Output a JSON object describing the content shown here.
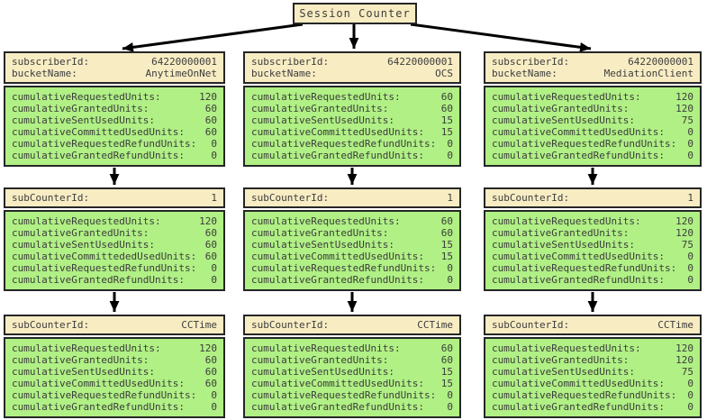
{
  "colors": {
    "header_bg": "#F8ECC3",
    "body_bg": "#B0F085",
    "border": "#262626",
    "text": "#3C3C3C",
    "arrow": "#000000"
  },
  "root": {
    "label": "Session Counter"
  },
  "columns": [
    {
      "boxes": [
        {
          "header": [
            {
              "label": "subscriberId:",
              "value": "64220000001"
            },
            {
              "label": "bucketName:",
              "value": "AnytimeOnNet"
            }
          ],
          "rows": [
            {
              "label": "cumulativeRequestedUnits:",
              "value": "120"
            },
            {
              "label": "cumulativeGrantedUnits:",
              "value": "60"
            },
            {
              "label": "cumulativeSentUsedUnits:",
              "value": "60"
            },
            {
              "label": "cumulativeCommittedUsedUnits:",
              "value": "60"
            },
            {
              "label": "cumulativeRequestedRefundUnits:",
              "value": "0"
            },
            {
              "label": "cumulativeGrantedRefundUnits:",
              "value": "0"
            }
          ]
        },
        {
          "header": [
            {
              "label": "subCounterId:",
              "value": "1"
            }
          ],
          "rows": [
            {
              "label": "cumulativeRequestedUnits:",
              "value": "120"
            },
            {
              "label": "cumulativeGrantedUnits:",
              "value": "60"
            },
            {
              "label": "cumulativeSentUsedUnits:",
              "value": "60"
            },
            {
              "label": "cumulativeCommittededUsedUnits:",
              "value": "60"
            },
            {
              "label": "cumulativeRequestedRefundUnits:",
              "value": "0"
            },
            {
              "label": "cumulativeGrantedRefundUnits:",
              "value": "0"
            }
          ]
        },
        {
          "header": [
            {
              "label": "subCounterId:",
              "value": "CCTime"
            }
          ],
          "rows": [
            {
              "label": "cumulativeRequestedUnits:",
              "value": "120"
            },
            {
              "label": "cumulativeGrantedUnits:",
              "value": "60"
            },
            {
              "label": "cumulativeSentUsedUnits:",
              "value": "60"
            },
            {
              "label": "cumulativeCommittedUsedUnits:",
              "value": "60"
            },
            {
              "label": "cumulativeRequestedRefundUnits:",
              "value": "0"
            },
            {
              "label": "cumulativeGrantedRefundUnits:",
              "value": "0"
            }
          ]
        }
      ]
    },
    {
      "boxes": [
        {
          "header": [
            {
              "label": "subscriberId:",
              "value": "64220000001"
            },
            {
              "label": "bucketName:",
              "value": "OCS"
            }
          ],
          "rows": [
            {
              "label": "cumulativeRequestedUnits:",
              "value": "60"
            },
            {
              "label": "cumulativeGrantedUnits:",
              "value": "60"
            },
            {
              "label": "cumulativeSentUsedUnits:",
              "value": "15"
            },
            {
              "label": "cumulativeCommittedUsedUnits:",
              "value": "15"
            },
            {
              "label": "cumulativeRequestedRefundUnits:",
              "value": "0"
            },
            {
              "label": "cumulativeGrantedRefundUnits:",
              "value": "0"
            }
          ]
        },
        {
          "header": [
            {
              "label": "subCounterId:",
              "value": "1"
            }
          ],
          "rows": [
            {
              "label": "cumulativeRequestedUnits:",
              "value": "60"
            },
            {
              "label": "cumulativeGrantedUnits:",
              "value": "60"
            },
            {
              "label": "cumulativeSentUsedUnits:",
              "value": "15"
            },
            {
              "label": "cumulativeCommittedUsedUnits:",
              "value": "15"
            },
            {
              "label": "cumulativeRequestedRefundUnits:",
              "value": "0"
            },
            {
              "label": "cumulativeGrantedRefundUnits:",
              "value": "0"
            }
          ]
        },
        {
          "header": [
            {
              "label": "subCounterId:",
              "value": "CCTime"
            }
          ],
          "rows": [
            {
              "label": "cumulativeRequestedUnits:",
              "value": "60"
            },
            {
              "label": "cumulativeGrantedUnits:",
              "value": "60"
            },
            {
              "label": "cumulativeSentUsedUnits:",
              "value": "15"
            },
            {
              "label": "cumulativeCommittedUsedUnits:",
              "value": "15"
            },
            {
              "label": "cumulativeRequestedRefundUnits:",
              "value": "0"
            },
            {
              "label": "cumulativeGrantedRefundUnits:",
              "value": "0"
            }
          ]
        }
      ]
    },
    {
      "boxes": [
        {
          "header": [
            {
              "label": "subscriberId:",
              "value": "64220000001"
            },
            {
              "label": "bucketName:",
              "value": "MediationClient"
            }
          ],
          "rows": [
            {
              "label": "cumulativeRequestedUnits:",
              "value": "120"
            },
            {
              "label": "cumulativeGrantedUnits:",
              "value": "120"
            },
            {
              "label": "cumulativeSentUsedUnits:",
              "value": "75"
            },
            {
              "label": "cumulativeCommittedUsedUnits:",
              "value": "0"
            },
            {
              "label": "cumulativeRequestedRefundUnits:",
              "value": "0"
            },
            {
              "label": "cumulativeGrantedRefundUnits:",
              "value": "0"
            }
          ]
        },
        {
          "header": [
            {
              "label": "subCounterId:",
              "value": "1"
            }
          ],
          "rows": [
            {
              "label": "cumulativeRequestedUnits:",
              "value": "120"
            },
            {
              "label": "cumulativeGrantedUnits:",
              "value": "120"
            },
            {
              "label": "cumulativeSentUsedUnits:",
              "value": "75"
            },
            {
              "label": "cumulativeCommittedUsedUnits:",
              "value": "0"
            },
            {
              "label": "cumulativeRequestedRefundUnits:",
              "value": "0"
            },
            {
              "label": "cumulativeGrantedRefundUnits:",
              "value": "0"
            }
          ]
        },
        {
          "header": [
            {
              "label": "subCounterId:",
              "value": "CCTime"
            }
          ],
          "rows": [
            {
              "label": "cumulativeRequestedUnits:",
              "value": "120"
            },
            {
              "label": "cumulativeGrantedUnits:",
              "value": "120"
            },
            {
              "label": "cumulativeSentUsedUnits:",
              "value": "75"
            },
            {
              "label": "cumulativeCommittedUsedUnits:",
              "value": "0"
            },
            {
              "label": "cumulativeRequestedRefundUnits:",
              "value": "0"
            },
            {
              "label": "cumulativeGrantedRefundUnits:",
              "value": "0"
            }
          ]
        }
      ]
    }
  ]
}
